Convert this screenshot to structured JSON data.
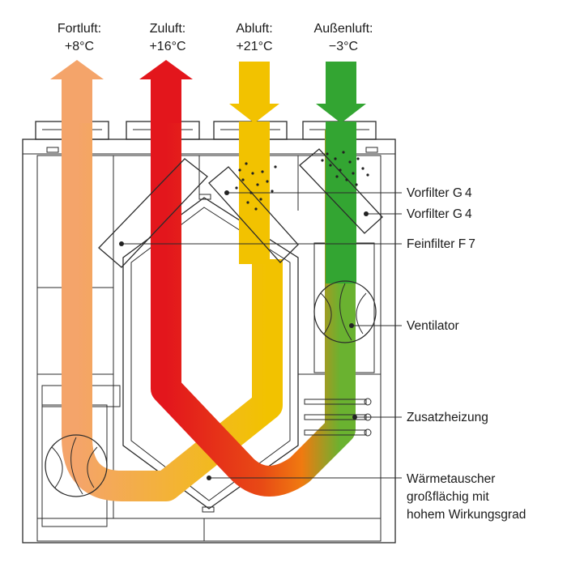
{
  "streams": [
    {
      "name": "Fortluft:",
      "temp": "+8°C",
      "color": "#f4a46a"
    },
    {
      "name": "Zuluft:",
      "temp": "+16°C",
      "color": "#e3161c"
    },
    {
      "name": "Abluft:",
      "temp": "+21°C",
      "color": "#f2c200"
    },
    {
      "name": "Außenluft:",
      "temp": "−3°C",
      "color": "#33a532"
    }
  ],
  "labels": {
    "vorfilter_1": "Vorfilter G 4",
    "vorfilter_2": "Vorfilter G 4",
    "feinfilter": "Feinfilter F 7",
    "ventilator": "Ventilator",
    "zusatzheizung": "Zusatzheizung",
    "waermetauscher_line1": "Wärmetauscher",
    "waermetauscher_line2": "großflächig mit",
    "waermetauscher_line3": "hohem Wirkungsgrad"
  },
  "colors": {
    "filter_fill": "#cfe3f1",
    "outline": "#2b2b2b"
  }
}
